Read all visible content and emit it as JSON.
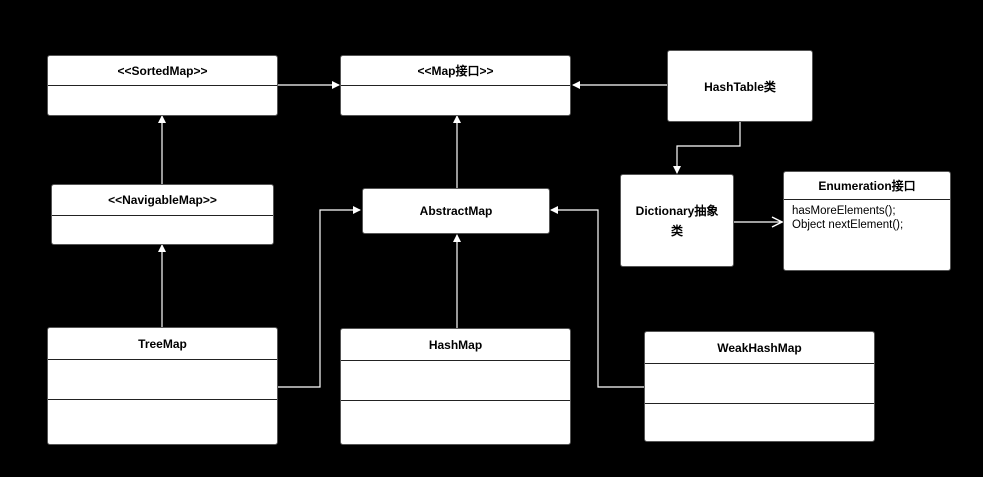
{
  "diagram": {
    "sorted_map": "<<SortedMap>>",
    "map_interface": "<<Map接口>>",
    "hashtable": "HashTable类",
    "navigable_map": "<<NavigableMap>>",
    "abstract_map": "AbstractMap",
    "dictionary": "Dictionary抽象类",
    "enumeration": {
      "title": "Enumeration接口",
      "methods": [
        "hasMoreElements();",
        "Object nextElement();"
      ]
    },
    "tree_map": "TreeMap",
    "hash_map": "HashMap",
    "weak_hash_map": "WeakHashMap"
  }
}
